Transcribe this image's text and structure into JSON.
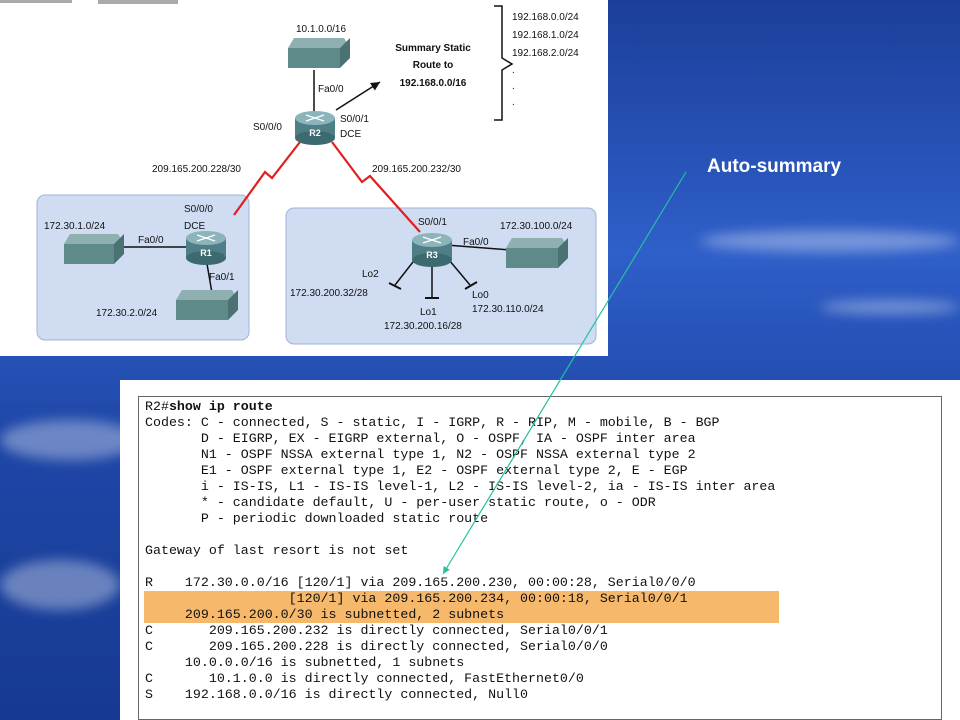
{
  "topology": {
    "networks": {
      "top": "10.1.0.0/16",
      "r1_lan1": "172.30.1.0/24",
      "r1_lan2": "172.30.2.0/24",
      "r3_lan1": "172.30.100.0/24",
      "r3_lo0": "172.30.110.0/24",
      "r3_lo1": "172.30.200.16/28",
      "r3_lo2": "172.30.200.32/28",
      "wan_left": "209.165.200.228/30",
      "wan_right": "209.165.200.232/30"
    },
    "routers": {
      "r1": "R1",
      "r2": "R2",
      "r3": "R3"
    },
    "interfaces": {
      "r2_fa00": "Fa0/0",
      "r2_s000": "S0/0/0",
      "r2_s001": "S0/0/1",
      "r2_dce": "DCE",
      "r1_s000": "S0/0/0",
      "r1_dce": "DCE",
      "r1_fa00": "Fa0/0",
      "r1_fa01": "Fa0/1",
      "r3_s001": "S0/0/1",
      "r3_fa00": "Fa0/0",
      "r3_lo0": "Lo0",
      "r3_lo1": "Lo1",
      "r3_lo2": "Lo2"
    },
    "summary": {
      "l1": "Summary Static",
      "l2": "Route to",
      "l3": "192.168.0.0/16"
    },
    "nets_list": [
      "192.168.0.0/24",
      "192.168.1.0/24",
      "192.168.2.0/24",
      ".",
      ".",
      "."
    ]
  },
  "annotation": "Auto-summary",
  "cli": {
    "prompt": "R2#",
    "command": "show ip route",
    "lines": [
      "Codes: C - connected, S - static, I - IGRP, R - RIP, M - mobile, B - BGP",
      "       D - EIGRP, EX - EIGRP external, O - OSPF, IA - OSPF inter area",
      "       N1 - OSPF NSSA external type 1, N2 - OSPF NSSA external type 2",
      "       E1 - OSPF external type 1, E2 - OSPF external type 2, E - EGP",
      "       i - IS-IS, L1 - IS-IS level-1, L2 - IS-IS level-2, ia - IS-IS inter area",
      "       * - candidate default, U - per-user static route, o - ODR",
      "       P - periodic downloaded static route",
      "",
      "Gateway of last resort is not set",
      "",
      "R    172.30.0.0/16 [120/1] via 209.165.200.230, 00:00:28, Serial0/0/0",
      "                  [120/1] via 209.165.200.234, 00:00:18, Serial0/0/1",
      "     209.165.200.0/30 is subnetted, 2 subnets",
      "C       209.165.200.232 is directly connected, Serial0/0/1",
      "C       209.165.200.228 is directly connected, Serial0/0/0",
      "     10.0.0.0/16 is subnetted, 1 subnets",
      "C       10.1.0.0 is directly connected, FastEthernet0/0",
      "S    192.168.0.0/16 is directly connected, Null0"
    ]
  },
  "colors": {
    "highlight": "#f6b86b",
    "serial_link": "#e02020",
    "arrow": "#25c0a0"
  }
}
